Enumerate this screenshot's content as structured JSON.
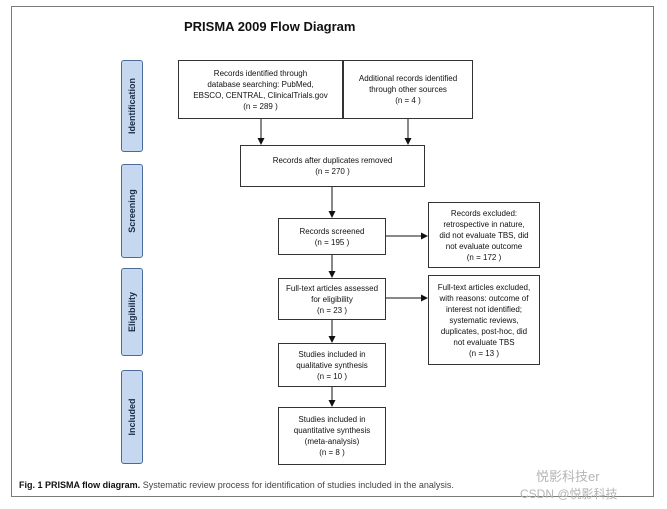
{
  "title": "PRISMA 2009 Flow Diagram",
  "stages": {
    "identification": "Identification",
    "screening": "Screening",
    "eligibility": "Eligibility",
    "included": "Included"
  },
  "boxes": {
    "db_search": [
      "Records identified through",
      "database searching: PubMed,",
      "EBSCO, CENTRAL, ClinicalTrials.gov",
      "(n = 289  )"
    ],
    "other_sources": [
      "Additional records identified",
      "through other sources",
      "(n = 4 )"
    ],
    "after_duplicates": [
      "Records after duplicates removed",
      "(n =  270 )"
    ],
    "screened": [
      "Records screened",
      "(n = 195 )"
    ],
    "excluded": [
      "Records excluded:",
      "retrospective in nature,",
      "did not evaluate TBS, did",
      "not evaluate outcome",
      "(n = 172  )"
    ],
    "fulltext": [
      "Full-text articles assessed",
      "for eligibility",
      "(n = 23 )"
    ],
    "fulltext_excluded": [
      "Full-text articles excluded,",
      "with reasons: outcome of",
      "interest not identified;",
      "systematic reviews,",
      "duplicates, post-hoc, did",
      "not evaluate TBS",
      "(n = 13 )"
    ],
    "qualitative": [
      "Studies included in",
      "qualitative synthesis",
      "(n =  10 )"
    ],
    "quantitative": [
      "Studies included in",
      "quantitative synthesis",
      "(meta-analysis)",
      "(n =  8 )"
    ]
  },
  "caption": {
    "label": "Fig. 1 PRISMA flow diagram.",
    "text": " Systematic review process for identification of studies included in the analysis."
  },
  "watermark": {
    "line1": "悦影科技er",
    "line2": "CSDN @悦影科技"
  },
  "colors": {
    "stage_fill": "#c5d8ef",
    "stage_border": "#4a6b99",
    "box_border": "#333333"
  }
}
